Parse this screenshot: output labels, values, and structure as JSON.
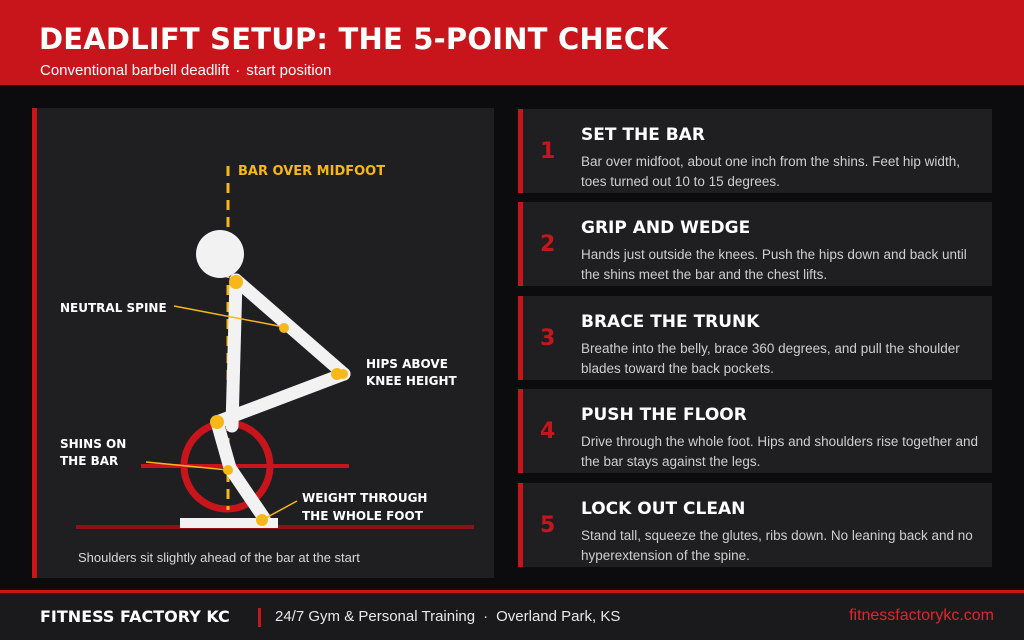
{
  "header": {
    "title": "DEADLIFT SETUP: THE 5-POINT CHECK",
    "subtitle_left": "Conventional barbell deadlift",
    "subtitle_sep": "·",
    "subtitle_right": "start position"
  },
  "diagram": {
    "labels": {
      "bar_over_midfoot": "BAR OVER MIDFOOT",
      "neutral_spine": "NEUTRAL SPINE",
      "hips_line1": "HIPS ABOVE",
      "hips_line2": "KNEE HEIGHT",
      "shins_line1": "SHINS ON",
      "shins_line2": "THE BAR",
      "weight_line1": "WEIGHT THROUGH",
      "weight_line2": "THE WHOLE FOOT"
    },
    "caption": "Shoulders sit slightly ahead of the bar at the start",
    "colors": {
      "accent": "#c8151c",
      "marker": "#f6b719",
      "figure": "#f2f2f2"
    }
  },
  "steps": [
    {
      "num": "1",
      "title": "SET THE BAR",
      "desc": "Bar over midfoot, about one inch from the shins. Feet hip width, toes turned out 10 to 15 degrees."
    },
    {
      "num": "2",
      "title": "GRIP AND WEDGE",
      "desc": "Hands just outside the knees. Push the hips down and back until the shins meet the bar and the chest lifts."
    },
    {
      "num": "3",
      "title": "BRACE THE TRUNK",
      "desc": "Breathe into the belly, brace 360 degrees, and pull the shoulder blades toward the back pockets."
    },
    {
      "num": "4",
      "title": "PUSH THE FLOOR",
      "desc": "Drive through the whole foot. Hips and shoulders rise together and the bar stays against the legs."
    },
    {
      "num": "5",
      "title": "LOCK OUT CLEAN",
      "desc": "Stand tall, squeeze the glutes, ribs down. No leaning back and no hyperextension of the spine."
    }
  ],
  "footer": {
    "brand": "FITNESS FACTORY KC",
    "tagline_left": "24/7 Gym & Personal Training",
    "tagline_sep": "·",
    "tagline_right": "Overland Park, KS",
    "url": "fitnessfactorykc.com"
  }
}
